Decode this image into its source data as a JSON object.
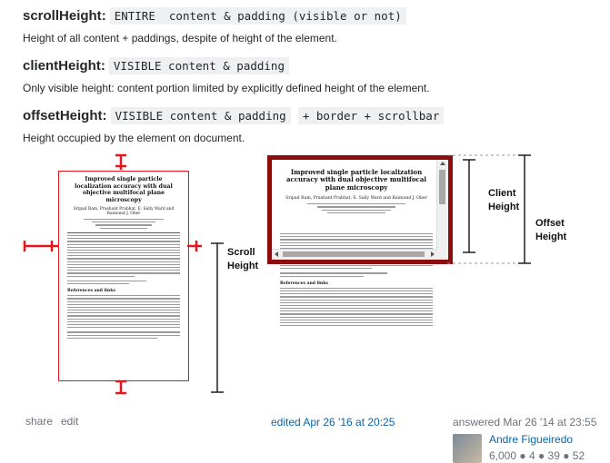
{
  "definitions": [
    {
      "name": "scrollHeight",
      "colon": ":",
      "code": "ENTIRE  content & padding (visible or not)",
      "extra": "",
      "desc": "Height of all content + paddings, despite of height of the element."
    },
    {
      "name": "clientHeight",
      "colon": ":",
      "code": "VISIBLE content & padding",
      "extra": "",
      "desc": "Only visible height: content portion limited by explicitly defined height of the element."
    },
    {
      "name": "offsetHeight",
      "colon": ":",
      "code": "VISIBLE content & padding",
      "extra": "+ border + scrollbar",
      "desc": "Height occupied by the element on document."
    }
  ],
  "figure": {
    "paper_title": "Improved single particle localization accuracy with dual objective multifocal plane microscopy",
    "paper_authors": "Sripad Ram, Prashant Prabhat, E. Sally Ward and Raimund J. Ober",
    "section_refs": "References and links",
    "label_scroll": [
      "Scroll",
      "Height"
    ],
    "label_client": [
      "Client",
      "Height"
    ],
    "label_offset": [
      "Offset",
      "Height"
    ],
    "colors": {
      "scroll_marker": "#e8141b",
      "client_border": "#8b0d0d",
      "dim_line": "#111111"
    }
  },
  "footer": {
    "share": "share",
    "edit": "edit",
    "edited": "edited Apr 26 '16 at 20:25",
    "answered": "answered Mar 26 '14 at 23:55",
    "user_name": "Andre Figueiredo",
    "user_rep": "6,000 ● 4 ● 39 ● 52"
  }
}
